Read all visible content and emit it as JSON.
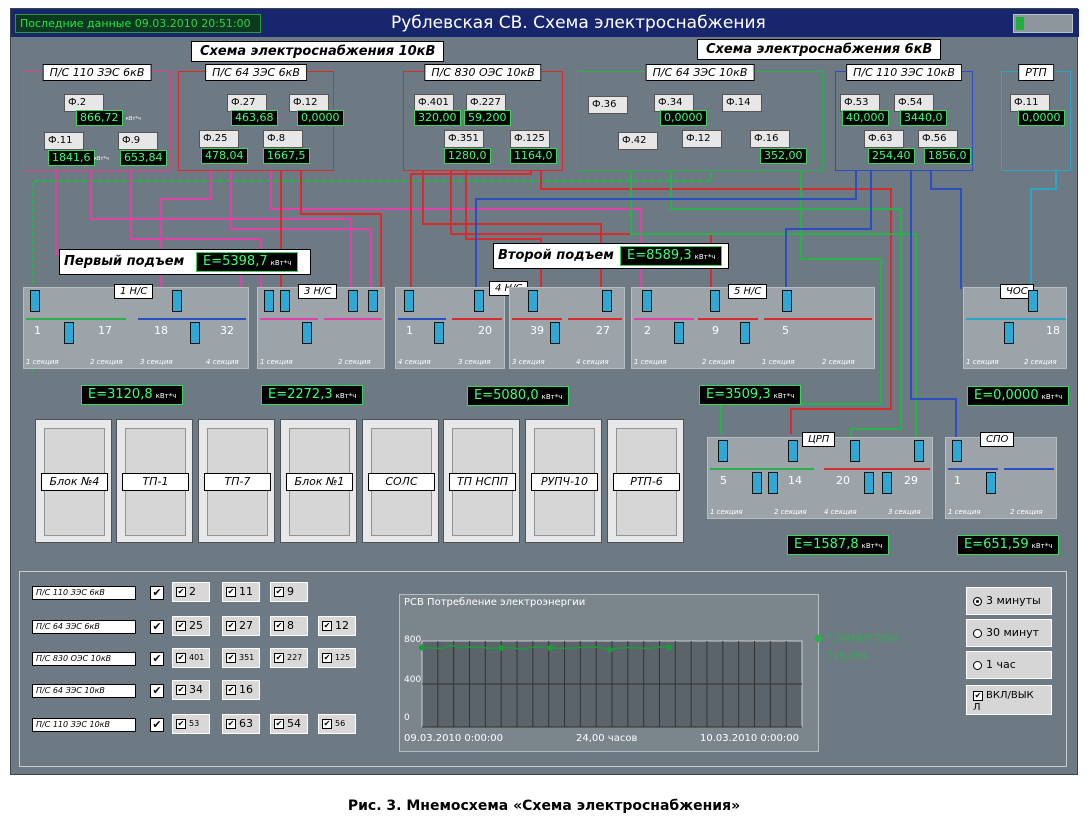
{
  "header": {
    "last_data_label": "Последние данные",
    "last_data_value": "09.03.2010 20:51:00",
    "title": "Рублевская СВ. Схема электроснабжения"
  },
  "sections": {
    "ten_kv": "Схема электроснабжения 10кВ",
    "six_kv": "Схема электроснабжения 6кВ"
  },
  "substations": [
    {
      "title": "П/С 110 ЗЭС 6кВ",
      "feeders": [
        {
          "name": "Ф.2",
          "value": "866,72"
        },
        {
          "name": "Ф.11",
          "value": "1841,6"
        },
        {
          "name": "Ф.9",
          "value": "653,84"
        }
      ]
    },
    {
      "title": "П/С 64 ЗЭС 6кВ",
      "feeders": [
        {
          "name": "Ф.27",
          "value": "463,68"
        },
        {
          "name": "Ф.12",
          "value": "0,0000"
        },
        {
          "name": "Ф.25",
          "value": "478,04"
        },
        {
          "name": "Ф.8",
          "value": "1667,5"
        }
      ]
    },
    {
      "title": "П/С 830 ОЭС 10кВ",
      "feeders": [
        {
          "name": "Ф.401",
          "value": "320,00"
        },
        {
          "name": "Ф.227",
          "value": "59,200"
        },
        {
          "name": "Ф.351",
          "value": "1280,0"
        },
        {
          "name": "Ф.125",
          "value": "1164,0"
        }
      ]
    },
    {
      "title": "П/С 64 ЗЭС 10кВ",
      "feeders": [
        {
          "name": "Ф.36"
        },
        {
          "name": "Ф.34",
          "value": "0,0000"
        },
        {
          "name": "Ф.14"
        },
        {
          "name": "Ф.42"
        },
        {
          "name": "Ф.12"
        },
        {
          "name": "Ф.16",
          "value": "352,00"
        }
      ]
    },
    {
      "title": "П/С 110 ЗЭС 10кВ",
      "feeders": [
        {
          "name": "Ф.53",
          "value": "40,000"
        },
        {
          "name": "Ф.54",
          "value": "3440,0"
        },
        {
          "name": "Ф.63",
          "value": "254,40"
        },
        {
          "name": "Ф.56",
          "value": "1856,0"
        }
      ]
    },
    {
      "title": "РТП",
      "feeders": [
        {
          "name": "Ф.11",
          "value": "0,0000"
        }
      ]
    }
  ],
  "unit_small": "кВт*ч",
  "lifts": {
    "first": {
      "label": "Первый подъем",
      "e_prefix": "E=",
      "e": "5398,7",
      "unit": "кВт*ч"
    },
    "second": {
      "label": "Второй подъем",
      "e_prefix": "E=",
      "e": "8589,3",
      "unit": "кВт*ч"
    }
  },
  "pumps": {
    "ns1": "1 Н/С",
    "ns3": "3 Н/С",
    "ns4": "4 Н/С",
    "ns5": "5 Н/С",
    "chos": "ЧОС",
    "crp": "ЦРП",
    "spo": "СПО"
  },
  "sections_names": {
    "s1": "1 секция",
    "s2": "2 секция",
    "s3": "3 секция",
    "s4": "4 секция"
  },
  "nums": [
    "1",
    "17",
    "18",
    "32",
    "1",
    "20",
    "39",
    "27",
    "2",
    "9",
    "5",
    "18",
    "5",
    "14",
    "20",
    "29",
    "1"
  ],
  "energy": [
    {
      "e": "3120,8"
    },
    {
      "e": "2272,3"
    },
    {
      "e": "5080,0"
    },
    {
      "e": "3509,3"
    },
    {
      "e": "0,0000"
    },
    {
      "e": "1587,8"
    },
    {
      "e": "651,59"
    }
  ],
  "blocks": [
    "Блок №4",
    "ТП-1",
    "ТП-7",
    "Блок №1",
    "СОЛС",
    "ТП НСПП",
    "РУПЧ-10",
    "РТП-6"
  ],
  "controls": {
    "rows": [
      {
        "label": "П/С 110 ЗЭС 6кВ",
        "items": [
          "2",
          "11",
          "9"
        ]
      },
      {
        "label": "П/С 64 ЗЭС 6кВ",
        "items": [
          "25",
          "27",
          "8",
          "12"
        ]
      },
      {
        "label": "П/С 830 ОЭС 10кВ",
        "items": [
          "401",
          "351",
          "227",
          "125"
        ]
      },
      {
        "label": "П/С 64 ЗЭС 10кВ",
        "items": [
          "34",
          "16"
        ]
      },
      {
        "label": "П/С 110 ЗЭС 10кВ",
        "items": [
          "53",
          "63",
          "54",
          "56"
        ]
      }
    ],
    "radios": [
      "3 минуты",
      "30 минут",
      "1 час"
    ],
    "toggle": "ВКЛ/ВЫК\nЛ"
  },
  "chart_data": {
    "type": "line",
    "title": "РСВ Потребление электроэнергии",
    "ylim": [
      0,
      800
    ],
    "y_ticks": [
      "800",
      "400",
      "0"
    ],
    "x_ticks": [
      "09.03.2010 0:00:00",
      "24,00 часов",
      "10.03.2010 0:00:00"
    ],
    "series": [
      {
        "name": "F_GROUP.Total",
        "last_value": "719,264",
        "values": [
          740,
          735,
          730,
          760,
          735,
          745,
          740,
          730,
          735,
          740,
          725,
          740,
          745,
          735,
          730,
          735,
          740,
          745,
          740,
          720,
          735,
          740,
          735,
          730,
          745,
          740
        ]
      }
    ],
    "legend_position": "right",
    "grid": true,
    "series_color": "#1f9a3b"
  },
  "caption": "Рис. 3. Мнемосхема «Схема электроснабжения»"
}
